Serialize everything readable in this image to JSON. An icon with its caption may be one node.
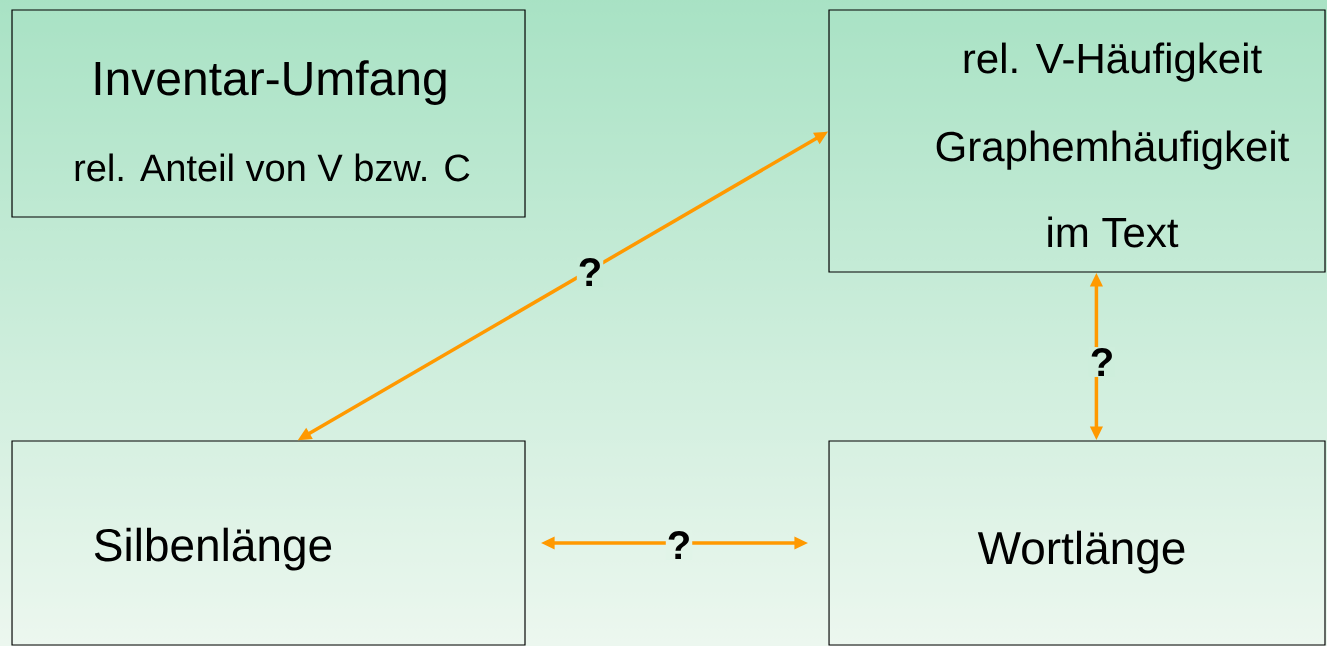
{
  "diagram": {
    "nodes": [
      {
        "text": [
          "Inventar-Umfang",
          "rel. Anteil von V bzw. C"
        ]
      },
      {
        "text": [
          "rel. V-Häufigkeit",
          "Graphemhäufigkeit",
          "im Text"
        ]
      },
      {
        "text": [
          "Silbenlänge"
        ]
      },
      {
        "text": [
          "Wortlänge"
        ]
      }
    ],
    "edges": [
      {
        "from": 2,
        "to": 1,
        "arrow": "both",
        "label": "?"
      },
      {
        "from": 1,
        "to": 3,
        "arrow": "both",
        "label": "?"
      },
      {
        "from": 2,
        "to": 3,
        "arrow": "both",
        "label": "?"
      }
    ]
  }
}
